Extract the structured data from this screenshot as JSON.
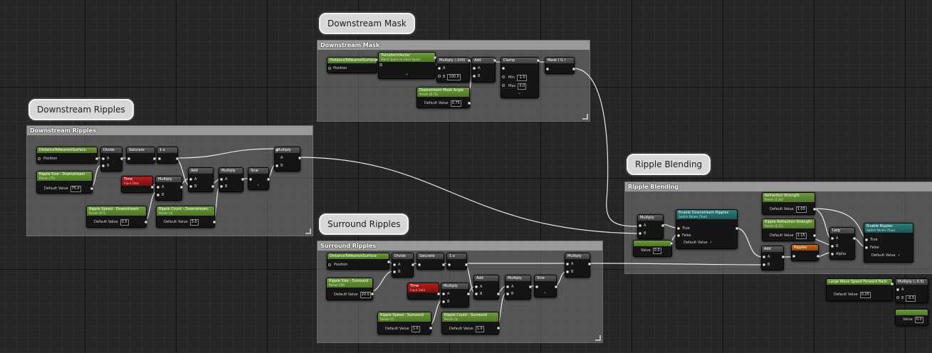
{
  "comments": [
    {
      "id": "mask",
      "title": "Downstream Mask",
      "bubble": "Downstream Mask"
    },
    {
      "id": "ripples",
      "title": "Downstream Ripples",
      "bubble": "Downstream Ripples"
    },
    {
      "id": "blend",
      "title": "Ripple Blending",
      "bubble": "Ripple Blending"
    },
    {
      "id": "surround",
      "title": "Surround Ripples",
      "bubble": "Surround Ripples"
    }
  ],
  "labels": {
    "position": "Position",
    "a": "A",
    "b": "B",
    "min": "Min",
    "max": "Max",
    "true": "True",
    "false": "False",
    "alpha": "Alpha",
    "default_value": "Default Value",
    "value": "Value"
  },
  "mask_nodes": {
    "dist_gradient": "DistanceToNearestSurface",
    "transform": "TransformVector",
    "transform_sub": "World Space to Local Space",
    "multiply": "Multiply (,100)",
    "mul_b": "100.0",
    "add": "Add",
    "clamp": "Clamp",
    "min_val": "-1.0",
    "max_val": "0.0",
    "mask": "Mask ( G )",
    "angle": "Downstream Mask Angle",
    "angle_sub": "Param (0.75)",
    "angle_dv": "0.75"
  },
  "ripples_nodes": {
    "dist": "DistanceToNearestSurface",
    "divide": "Divide",
    "saturate": "Saturate",
    "oneminus": "1-x",
    "multiply": "Multiply",
    "size": "Ripple Size - Downstream",
    "size_sub": "Param (75)",
    "size_dv": "75.0",
    "time": "Time",
    "time_sub": "Input Data",
    "mul2": "Multiply",
    "add": "Add",
    "mul3": "Multiply",
    "sine": "Sine",
    "speed": "Ripple Speed - Downstream",
    "speed_sub": "Param (0.5)",
    "speed_dv": "0.5",
    "count": "Ripple Count - Downstream",
    "count_sub": "Param (3)",
    "count_dv": "3.0"
  },
  "surround_nodes": {
    "dist": "DistanceToNearestSurface",
    "divide": "Divide",
    "saturate": "Saturate",
    "oneminus": "1-x",
    "multiply": "Multiply",
    "size": "Ripple Size - Surround",
    "size_sub": "Param (20)",
    "size_dv": "20.0",
    "time": "Time",
    "time_sub": "Input Data",
    "mul2": "Multiply",
    "add": "Add",
    "mul3": "Multiply",
    "sine": "Sine",
    "speed": "Ripple Speed - Surround",
    "speed_sub": "Param (1)",
    "speed_dv": "1.0",
    "count": "Ripple Count - Surround",
    "count_sub": "Param (1)",
    "count_dv": "1.0"
  },
  "blend_nodes": {
    "multiply": "Multiply",
    "scalar_dv": "0.0",
    "switch": "Enable Downstream Ripples",
    "switch_sub": "Switch Param (True)",
    "refr": "Refraction Strength",
    "refr_sub": "Param (1.03)",
    "refr_dv": "1.03",
    "rrefr": "Ripple Refraction Strength",
    "rrefr_sub": "Param (1.15)",
    "rrefr_dv": "1.15",
    "lerp": "Lerp",
    "add": "Add",
    "ripples": "Ripples",
    "enable": "Enable Ripples",
    "enable_sub": "Switch Param (True)"
  },
  "misc_nodes": {
    "wave_speed": "Large Wave Speed Forward Back",
    "wave_dv": "0.25",
    "multiply": "Multiply (,-0.5)",
    "mul_b": "-0.5",
    "scalar_dv": "0.0"
  },
  "colors": {
    "wire": "#e8e8e8",
    "param": "#4e7428",
    "time": "#7a1010",
    "switch": "#1d5555",
    "reroute": "#8c4612"
  }
}
